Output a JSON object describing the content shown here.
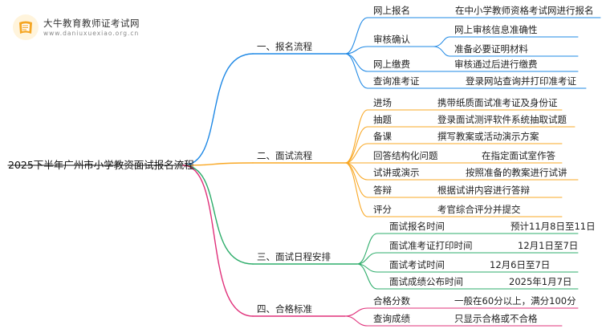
{
  "logo": {
    "title": "大牛教育教师证考试网",
    "url": "www.daniuxuexiao.org.cn"
  },
  "root": "2025下半年广州市小学教资面试报名流程",
  "colors": {
    "branch_1": "#1E88E5",
    "branch_2": "#F9A825",
    "branch_3": "#2EAD6B",
    "branch_4": "#E0307A",
    "root_line": "#444444",
    "logo_accent": "#F5A623"
  },
  "branches": [
    {
      "label": "一、报名流程",
      "children": [
        {
          "label": "网上报名",
          "details": [
            "在中小学教师资格考试网进行报名"
          ]
        },
        {
          "label": "审核确认",
          "details": [
            "网上审核信息准确性",
            "准备必要证明材料"
          ]
        },
        {
          "label": "网上缴费",
          "details": [
            "审核通过后进行缴费"
          ]
        },
        {
          "label": "查询准考证",
          "details": [
            "登录网站查询并打印准考证"
          ]
        }
      ]
    },
    {
      "label": "二、面试流程",
      "children": [
        {
          "label": "进场",
          "details": [
            "携带纸质面试准考证及身份证"
          ]
        },
        {
          "label": "抽题",
          "details": [
            "登录面试测评软件系统抽取试题"
          ]
        },
        {
          "label": "备课",
          "details": [
            "撰写教案或活动演示方案"
          ]
        },
        {
          "label": "回答结构化问题",
          "details": [
            "在指定面试室作答"
          ]
        },
        {
          "label": "试讲或演示",
          "details": [
            "按照准备的教案进行试讲"
          ]
        },
        {
          "label": "答辩",
          "details": [
            "根据试讲内容进行答辩"
          ]
        },
        {
          "label": "评分",
          "details": [
            "考官综合评分并提交"
          ]
        }
      ]
    },
    {
      "label": "三、面试日程安排",
      "children": [
        {
          "label": "面试报名时间",
          "details": [
            "预计11月8日至11日"
          ]
        },
        {
          "label": "面试准考证打印时间",
          "details": [
            "12月1日至7日"
          ]
        },
        {
          "label": "面试考试时间",
          "details": [
            "12月6日至7日"
          ]
        },
        {
          "label": "面试成绩公布时间",
          "details": [
            "2025年1月7日"
          ]
        }
      ]
    },
    {
      "label": "四、合格标准",
      "children": [
        {
          "label": "合格分数",
          "details": [
            "一般在60分以上，满分100分"
          ]
        },
        {
          "label": "查询成绩",
          "details": [
            "只显示合格或不合格"
          ]
        }
      ]
    }
  ]
}
